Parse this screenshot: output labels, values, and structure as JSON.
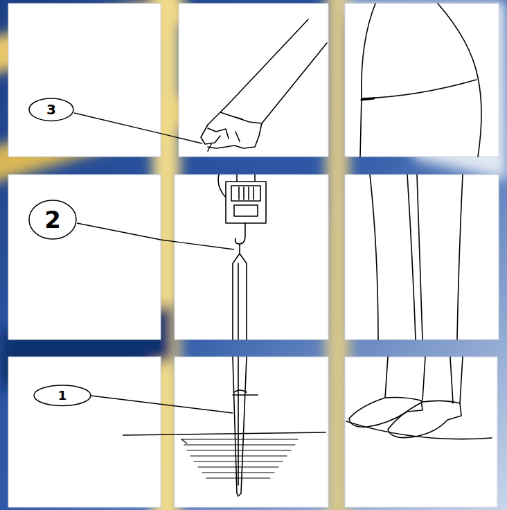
{
  "diagram": {
    "nodes": [
      {
        "text": [
          "3"
        ]
      },
      {
        "text": [
          "2"
        ]
      },
      {
        "text": [
          "1"
        ]
      }
    ]
  }
}
